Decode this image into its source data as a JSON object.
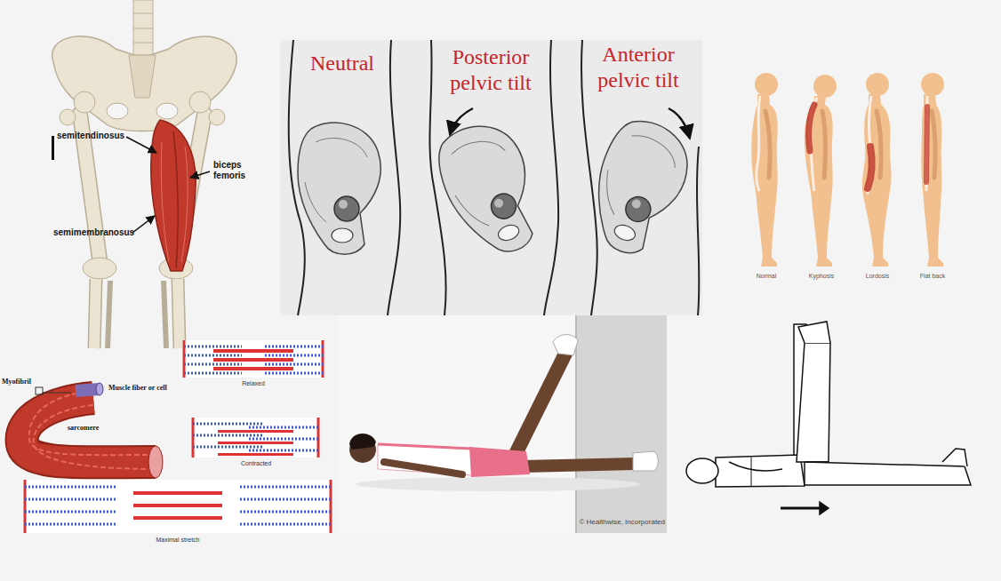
{
  "diagram": {
    "labels": [
      "semitendinosus",
      "biceps femoris",
      "semimembranosus",
      "Neutral",
      "Posterior pelvic tilt",
      "Anterior pelvic tilt",
      "Normal",
      "Kyphosis",
      "Lordosis",
      "Flat back",
      "Myofibril",
      "Muscle fiber or cell",
      "sarcomere",
      "Relaxed",
      "Contracted",
      "Maximal stretch",
      "© Healthwise, Incorporated"
    ]
  }
}
